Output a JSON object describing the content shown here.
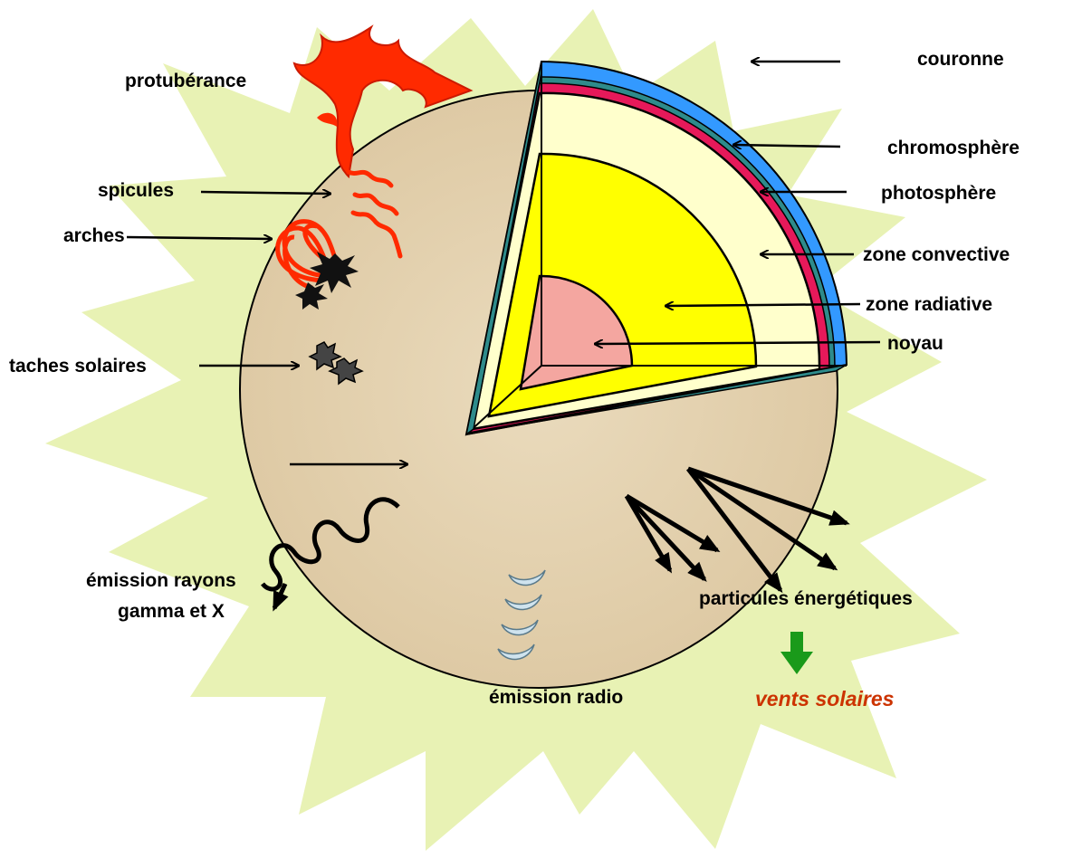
{
  "labels": {
    "corona": "couronne",
    "chromosphere": "chromosphère",
    "photosphere": "photosphère",
    "convective_zone": "zone convective",
    "radiative_zone": "zone radiative",
    "core": "noyau",
    "prominence": "protubérance",
    "spicules": "spicules",
    "arches": "arches",
    "sunspots": "taches solaires",
    "xray_emission_line1": "émission rayons",
    "xray_emission_line2": "gamma et X",
    "radio_emission": "émission radio",
    "energetic_particles": "particules énergétiques",
    "solar_winds": "vents solaires"
  },
  "colors": {
    "corona_glow": "#e8f2b4",
    "sun_surface": "#e6d3b1",
    "chromosphere_layer": "#3399ff",
    "photosphere_layer": "#e6195a",
    "photosphere_edge": "#2e8b8b",
    "convective_zone": "#ffffcc",
    "radiative_zone": "#ffff00",
    "core": "#f4a6a0",
    "prominence": "#ff2a00",
    "radio_waves": "#cfe3ee",
    "solar_winds_arrow": "#1a9a1a",
    "solar_winds_text": "#cc3300"
  }
}
